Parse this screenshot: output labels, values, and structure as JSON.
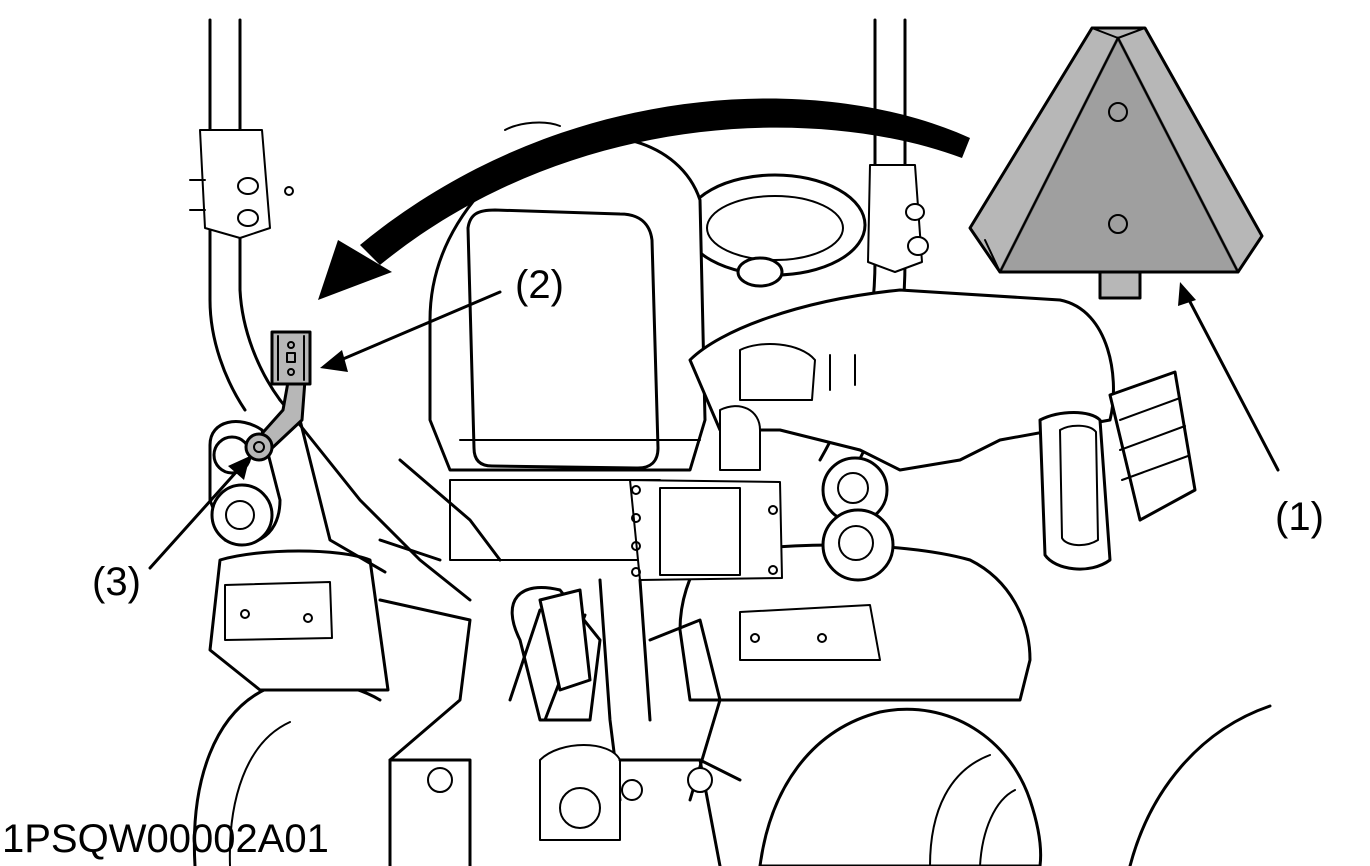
{
  "figure_id": "1PSQW00002A01",
  "callouts": {
    "one": "(1)",
    "two": "(2)",
    "three": "(3)"
  },
  "colors": {
    "line": "#000000",
    "part_fill": "#b7b7b7",
    "background": "#ffffff"
  }
}
